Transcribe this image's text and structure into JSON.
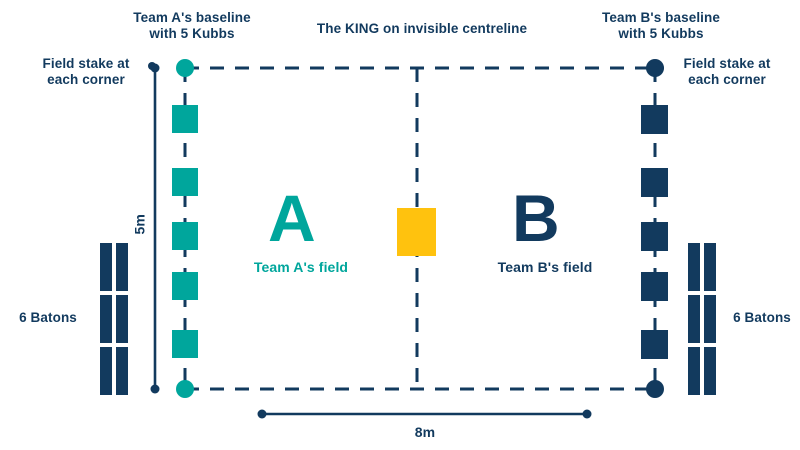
{
  "diagram": {
    "title": "Kubb pitch layout diagram",
    "colors": {
      "teal": "#00A69C",
      "navy": "#123A5E",
      "king_yellow": "#FFC20E",
      "background": "#FFFFFF"
    },
    "annotations": {
      "team_a_baseline": "Team A's baseline\nwith 5 Kubbs",
      "king_centreline": "The KING on invisible centreline",
      "team_b_baseline": "Team B's baseline\nwith 5 Kubbs",
      "field_stake_left": "Field stake at\neach corner",
      "field_stake_right": "Field stake at\neach corner",
      "batons_left": "6 Batons",
      "batons_right": "6 Batons",
      "team_a_field": "Team A's field",
      "team_b_field": "Team B's field",
      "letter_a": "A",
      "letter_b": "B"
    },
    "measurements": {
      "width_label": "5m",
      "length_label": "8m"
    },
    "pieces": {
      "kubbs_per_team": 5,
      "batons_per_set": 6,
      "field_stakes": 4,
      "kings": 1
    }
  },
  "chart_data": {
    "type": "diagram",
    "title": "Kubb field layout",
    "field": {
      "length_m": 8,
      "width_m": 5,
      "boundary_style": "dashed",
      "centreline_style": "dashed vertical"
    },
    "team_a": {
      "side": "left",
      "color": "#00A69C",
      "kubbs": 5,
      "corner_stakes": 2,
      "label": "Team A's field"
    },
    "team_b": {
      "side": "right",
      "color": "#123A5E",
      "kubbs": 5,
      "corner_stakes": 2,
      "label": "Team B's field"
    },
    "king": {
      "color": "#FFC20E",
      "position": "centre of invisible centreline"
    },
    "batons": {
      "left_set": 6,
      "right_set": 6,
      "color": "#123A5E"
    }
  }
}
